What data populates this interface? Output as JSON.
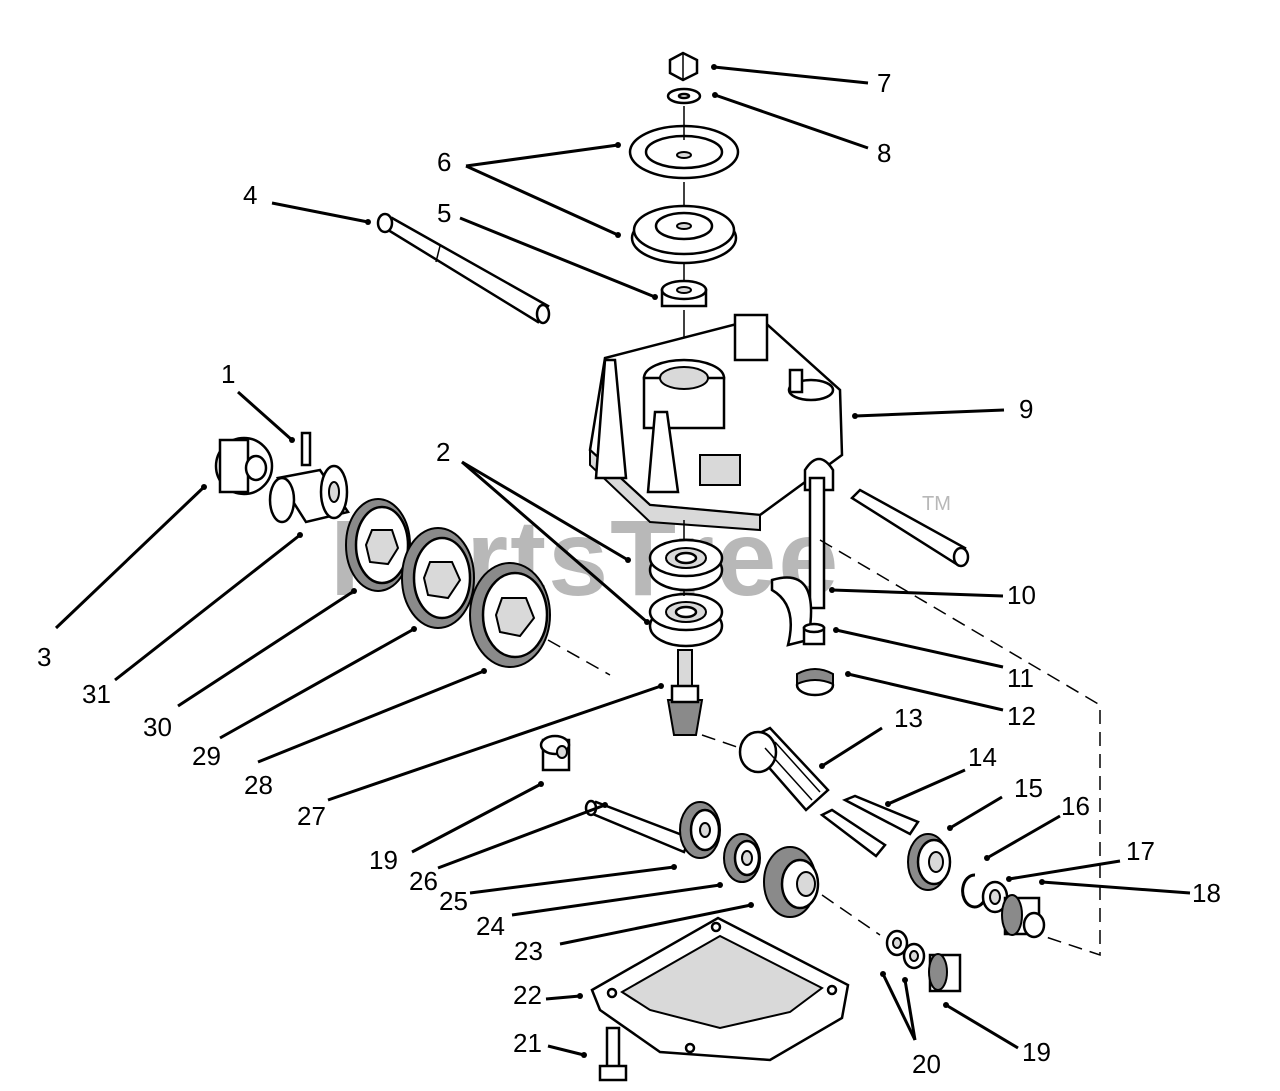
{
  "watermark": {
    "text": "PartsTree",
    "trademark": "TM"
  },
  "callouts": [
    "1",
    "2",
    "3",
    "4",
    "5",
    "6",
    "7",
    "8",
    "9",
    "10",
    "11",
    "12",
    "13",
    "14",
    "15",
    "16",
    "17",
    "18",
    "19",
    "19",
    "20",
    "21",
    "22",
    "23",
    "24",
    "25",
    "26",
    "27",
    "28",
    "29",
    "30",
    "31"
  ]
}
